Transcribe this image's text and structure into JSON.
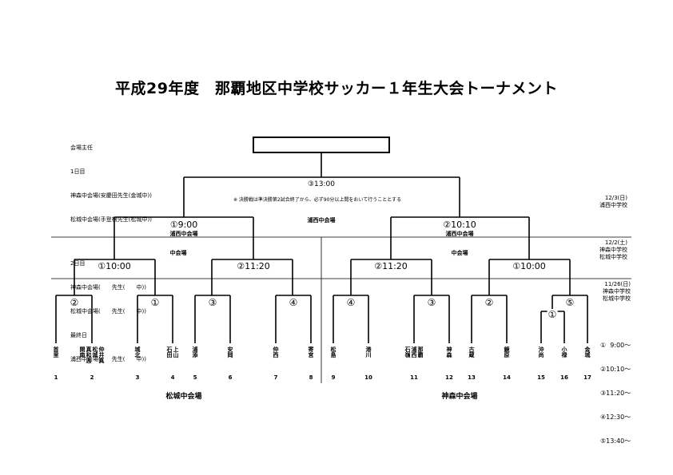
{
  "title": "平成29年度　那覇地区中学校サッカー１年生大会トーナメント",
  "info_lines": [
    "会場主任",
    "1日目",
    "神森中会場(安慶田先生(金城中))",
    "松城中会場(手登根先生(松城中))",
    "",
    "2日目",
    "神森中会場(　　先生(　　中))",
    "松城中会場(　　先生(　　中))",
    "最終日",
    "浦西中会場(　　先生(　　中))"
  ],
  "final": {
    "label": "③13:00",
    "note": "※ 決勝戦は準決勝第2試合終了から、必ず90分以上間をおいて行うこととする",
    "venue": "浦西中会場"
  },
  "semis": {
    "left": {
      "label": "①9:00",
      "venue": "浦西中会場"
    },
    "right": {
      "label": "②10:10",
      "venue": "浦西中会場"
    }
  },
  "quarters": {
    "l1": "①10:00",
    "l2": "②11:20",
    "r1": "②11:20",
    "r2": "①10:00",
    "left_venue": "中会場",
    "right_venue": "中会場"
  },
  "dates": {
    "d3": [
      "12/3(日)",
      "浦西中学校"
    ],
    "d2": [
      "12/2(土)",
      "神森中学校",
      "松城中学校"
    ],
    "d1": [
      "11/26(日)",
      "神森中学校",
      "松城中学校"
    ]
  },
  "first_round": [
    "②",
    "①",
    "③",
    "④",
    "④",
    "③",
    "②",
    "⑤"
  ],
  "prelim": "①",
  "teams": [
    {
      "num": "1",
      "cols": [
        "首里"
      ]
    },
    {
      "num": "2",
      "cols": [
        "仲井真",
        "松城",
        "真和志",
        "開南"
      ]
    },
    {
      "num": "3",
      "cols": [
        "城北"
      ]
    },
    {
      "num": "4",
      "cols": [
        "上山",
        "石田"
      ]
    },
    {
      "num": "5",
      "cols": [
        "浦添"
      ]
    },
    {
      "num": "6",
      "cols": [
        "安岡"
      ]
    },
    {
      "num": "7",
      "cols": [
        "仲西"
      ]
    },
    {
      "num": "8",
      "cols": [
        "寄宮"
      ]
    },
    {
      "num": "9",
      "cols": [
        "松島"
      ]
    },
    {
      "num": "10",
      "cols": [
        "港川"
      ]
    },
    {
      "num": "11",
      "cols": [
        "那覇",
        "浦西",
        "石嶺"
      ]
    },
    {
      "num": "12",
      "cols": [
        "神森"
      ]
    },
    {
      "num": "13",
      "cols": [
        "古蔵"
      ]
    },
    {
      "num": "14",
      "cols": [
        "鏡原"
      ]
    },
    {
      "num": "15",
      "cols": [
        "沖尚"
      ]
    },
    {
      "num": "16",
      "cols": [
        "小禄"
      ]
    },
    {
      "num": "17",
      "cols": [
        "金城"
      ]
    }
  ],
  "bottom_venues": {
    "left": "松城中会場",
    "right": "神森中会場"
  },
  "schedule": [
    "①  9:00～",
    "②10:10～",
    "③11:20～",
    "④12:30～",
    "⑤13:40～"
  ]
}
